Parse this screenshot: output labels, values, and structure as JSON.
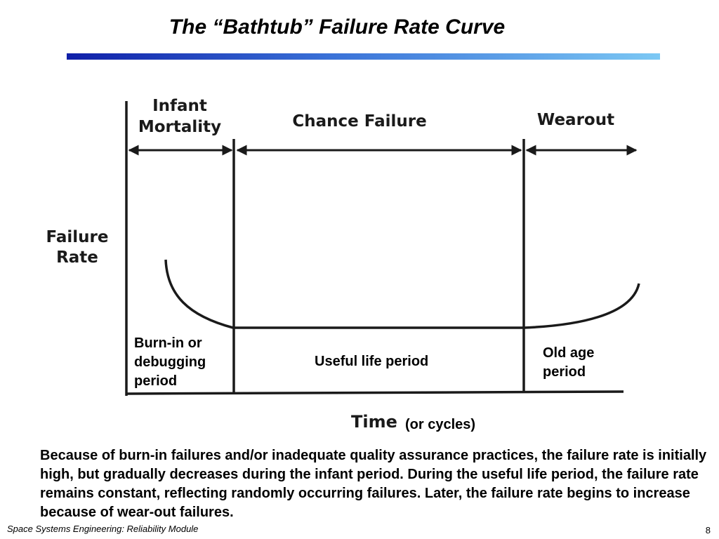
{
  "slide": {
    "title": "The “Bathtub” Failure Rate Curve",
    "footer": "Space Systems Engineering: Reliability Module",
    "page_number": "8"
  },
  "diagram": {
    "y_axis_label": [
      "Failure",
      "Rate"
    ],
    "x_axis_label": "Time",
    "x_axis_note": "(or cycles)",
    "phase_headers": {
      "infant": [
        "Infant",
        "Mortality"
      ],
      "chance": "Chance Failure",
      "wearout": "Wearout"
    },
    "period_labels": {
      "burn_in": [
        "Burn-in or",
        "debugging",
        "period"
      ],
      "useful_life": "Useful life period",
      "old_age": [
        "Old age",
        "period"
      ]
    },
    "caption": "Because of burn-in failures and/or inadequate quality assurance practices, the failure rate is initially high, but gradually decreases during the infant period. During the useful life period, the failure rate remains constant, reflecting randomly occurring failures. Later, the failure rate begins to increase because of wear-out failures."
  }
}
